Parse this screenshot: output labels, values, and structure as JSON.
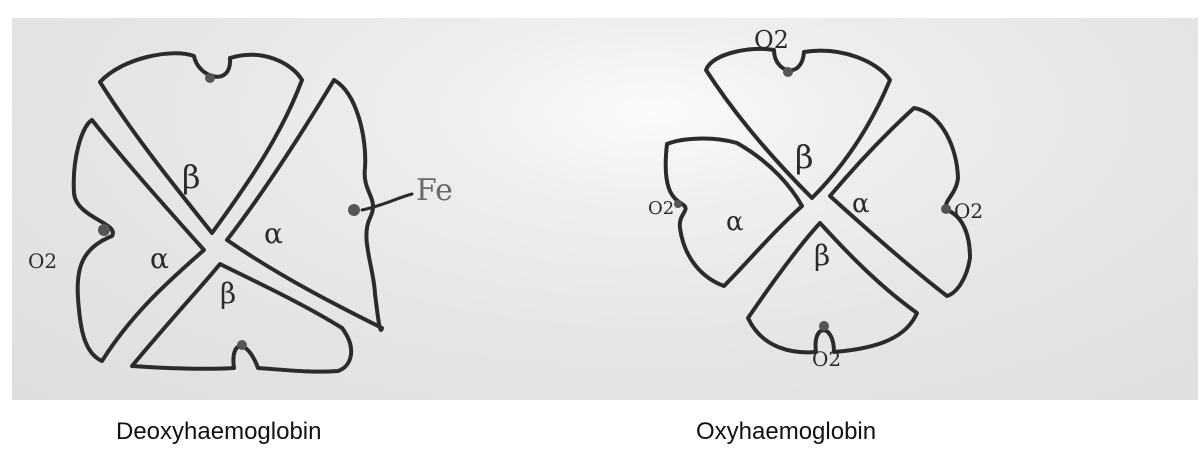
{
  "captions": {
    "left": "Deoxyhaemoglobin",
    "right": "Oxyhaemoglobin"
  },
  "deoxy": {
    "beta_top": "β",
    "beta_bottom": "β",
    "alpha_left": "α",
    "alpha_right": "α",
    "o2_label": "O2",
    "fe_label": "Fe"
  },
  "oxy": {
    "beta_top": "β",
    "beta_bottom": "β",
    "alpha_left": "α",
    "alpha_right": "α",
    "o2_top": "O2",
    "o2_left": "O2",
    "o2_right": "O2",
    "o2_bottom": "O2"
  }
}
